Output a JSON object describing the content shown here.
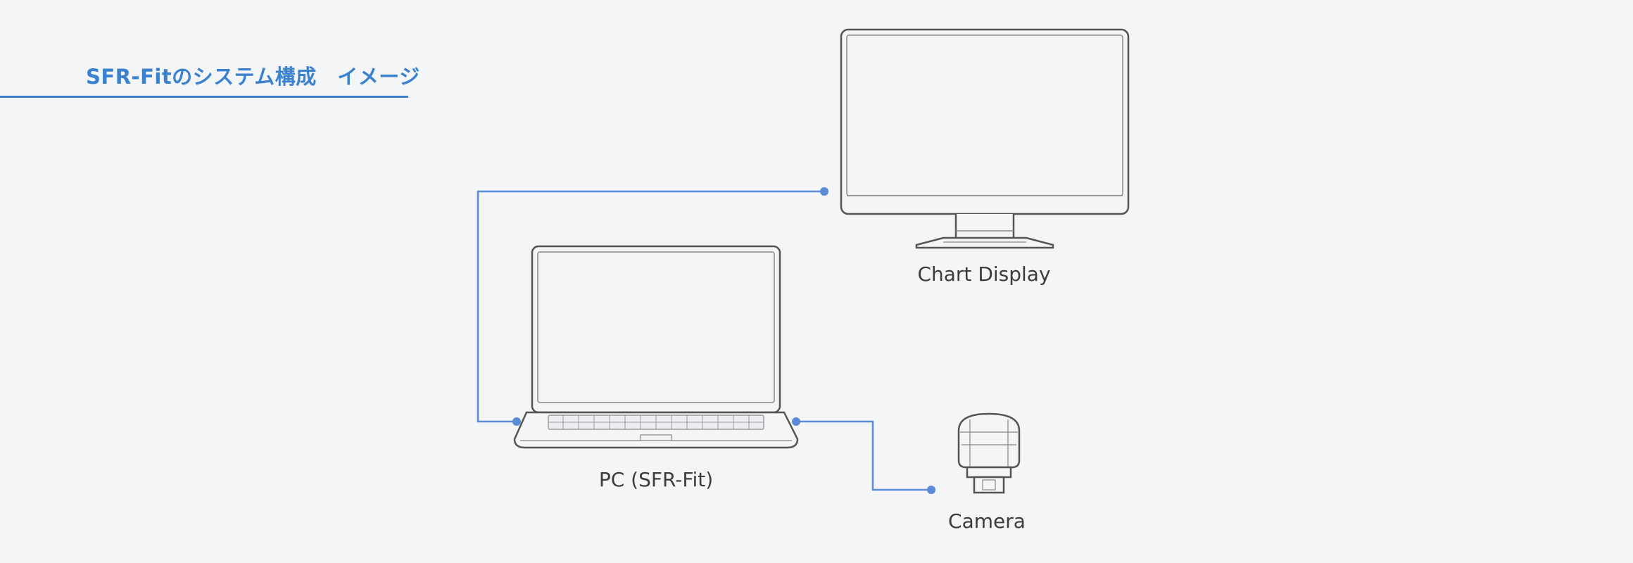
{
  "header": {
    "title": "SFR-Fitのシステム構成　イメージ"
  },
  "devices": {
    "monitor": {
      "label": "Chart Display"
    },
    "laptop": {
      "label": "PC (SFR-Fit)"
    },
    "camera": {
      "label": "Camera"
    }
  },
  "colors": {
    "accent": "#3a82d0",
    "connector": "#5b8ad6",
    "outline": "#555555",
    "background": "#f4f5f7"
  },
  "icons": [
    "monitor-icon",
    "laptop-icon",
    "camera-icon"
  ]
}
